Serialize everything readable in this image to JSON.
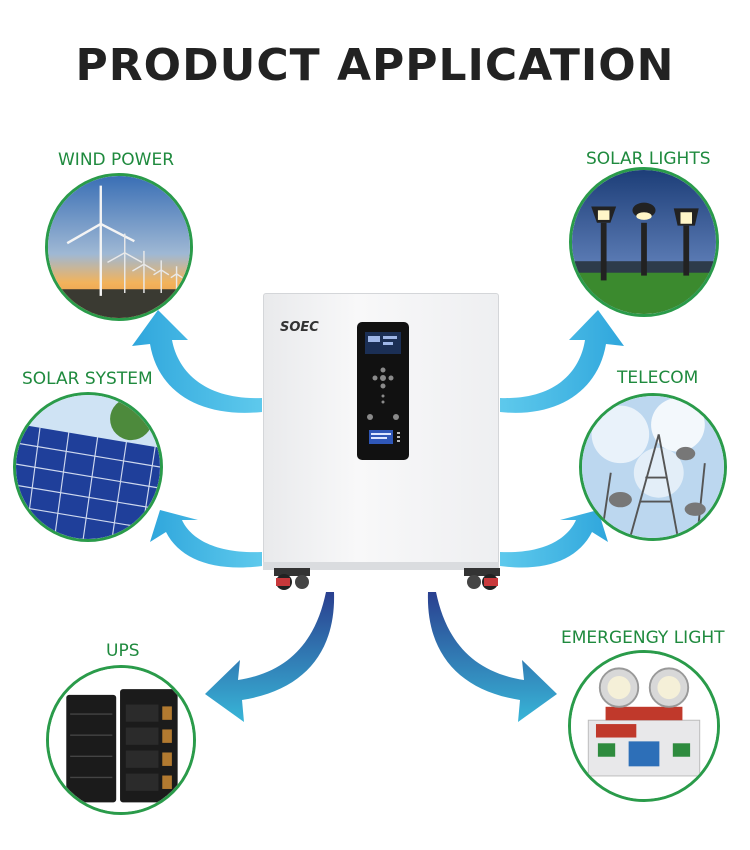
{
  "header": {
    "title": "PRODUCT APPLICATION"
  },
  "product": {
    "brand": "SOEC"
  },
  "applications": [
    {
      "label": "WIND POWER"
    },
    {
      "label": "SOLAR LIGHTS"
    },
    {
      "label": "SOLAR SYSTEM"
    },
    {
      "label": "TELECOM"
    },
    {
      "label": "UPS"
    },
    {
      "label": "EMERGENGY LIGHT"
    }
  ],
  "colors": {
    "label_green": "#1f8a3e",
    "circle_border": "#2a9b4a",
    "arrow_light": "#56c8ea",
    "arrow_dark": "#2a3f8f"
  }
}
